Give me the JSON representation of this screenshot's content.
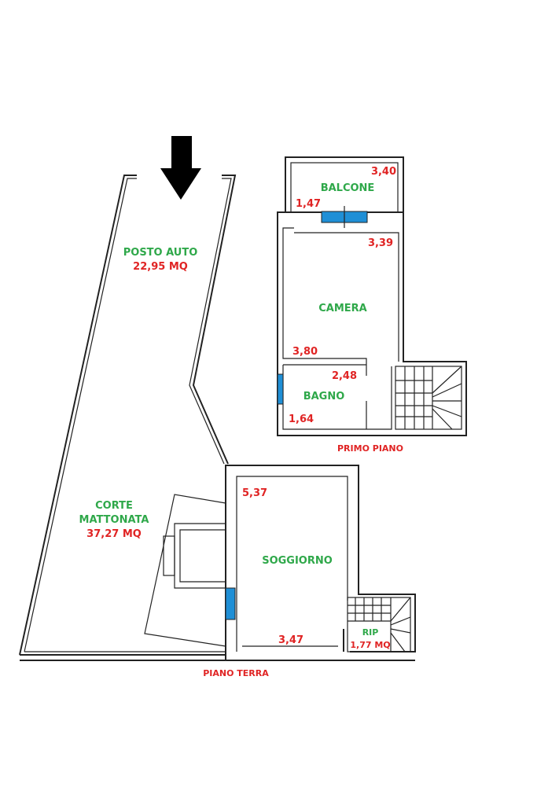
{
  "ground_floor": {
    "posto_auto": {
      "name": "POSTO AUTO",
      "area": "22,95 MQ"
    },
    "corte": {
      "name_line1": "CORTE",
      "name_line2": "MATTONATA",
      "area": "37,27 MQ"
    },
    "soggiorno": {
      "name": "SOGGIORNO",
      "dim_height": "5,37",
      "dim_width": "3,47"
    },
    "ripostiglio": {
      "name": "RIP",
      "area": "1,77 MQ"
    },
    "floor_label": "PIANO TERRA"
  },
  "first_floor": {
    "balcone": {
      "name": "BALCONE",
      "dim_width": "3,40",
      "dim_depth": "1,47"
    },
    "camera": {
      "name": "CAMERA",
      "dim_width": "3,39",
      "dim_height": "3,80"
    },
    "bagno": {
      "name": "BAGNO",
      "dim_width": "2,48",
      "dim_height": "1,64"
    },
    "floor_label": "PRIMO PIANO"
  },
  "colors": {
    "name_text": "#2fa84a",
    "dim_text": "#e02424",
    "window": "#1f8fd6",
    "wall": "#222222"
  },
  "icons": {
    "entrance": "entrance-arrow-icon"
  }
}
